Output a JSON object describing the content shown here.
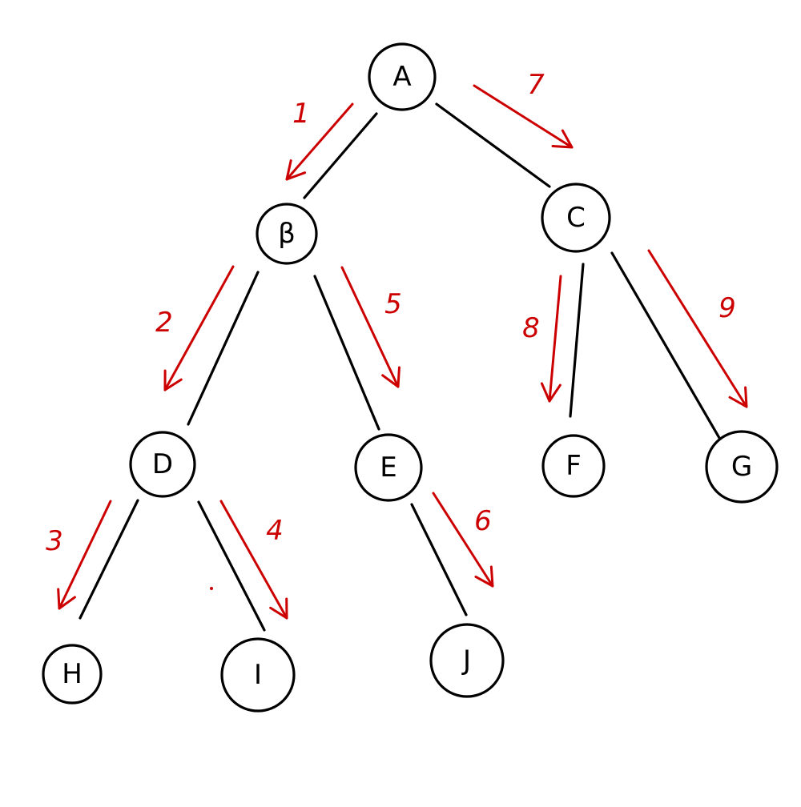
{
  "diagram": {
    "nodes": [
      {
        "id": "A",
        "label": "A"
      },
      {
        "id": "B",
        "label": "β"
      },
      {
        "id": "C",
        "label": "C"
      },
      {
        "id": "D",
        "label": "D"
      },
      {
        "id": "E",
        "label": "E"
      },
      {
        "id": "F",
        "label": "F"
      },
      {
        "id": "G",
        "label": "G"
      },
      {
        "id": "H",
        "label": "H"
      },
      {
        "id": "I",
        "label": "I"
      },
      {
        "id": "J",
        "label": "J"
      }
    ],
    "edges": [
      {
        "from": "A",
        "to": "B"
      },
      {
        "from": "A",
        "to": "C"
      },
      {
        "from": "B",
        "to": "D"
      },
      {
        "from": "B",
        "to": "E"
      },
      {
        "from": "C",
        "to": "F"
      },
      {
        "from": "C",
        "to": "G"
      },
      {
        "from": "D",
        "to": "H"
      },
      {
        "from": "D",
        "to": "I"
      },
      {
        "from": "E",
        "to": "J"
      }
    ],
    "traversal_steps": [
      {
        "step": "1",
        "from": "A",
        "to": "B"
      },
      {
        "step": "2",
        "from": "B",
        "to": "D"
      },
      {
        "step": "3",
        "from": "D",
        "to": "H"
      },
      {
        "step": "4",
        "from": "D",
        "to": "I"
      },
      {
        "step": "5",
        "from": "B",
        "to": "E"
      },
      {
        "step": "6",
        "from": "E",
        "to": "J"
      },
      {
        "step": "7",
        "from": "A",
        "to": "C"
      },
      {
        "step": "8",
        "from": "C",
        "to": "F"
      },
      {
        "step": "9",
        "from": "C",
        "to": "G"
      }
    ],
    "colors": {
      "tree": "#000000",
      "traversal": "#cc0000",
      "background": "#ffffff"
    }
  }
}
